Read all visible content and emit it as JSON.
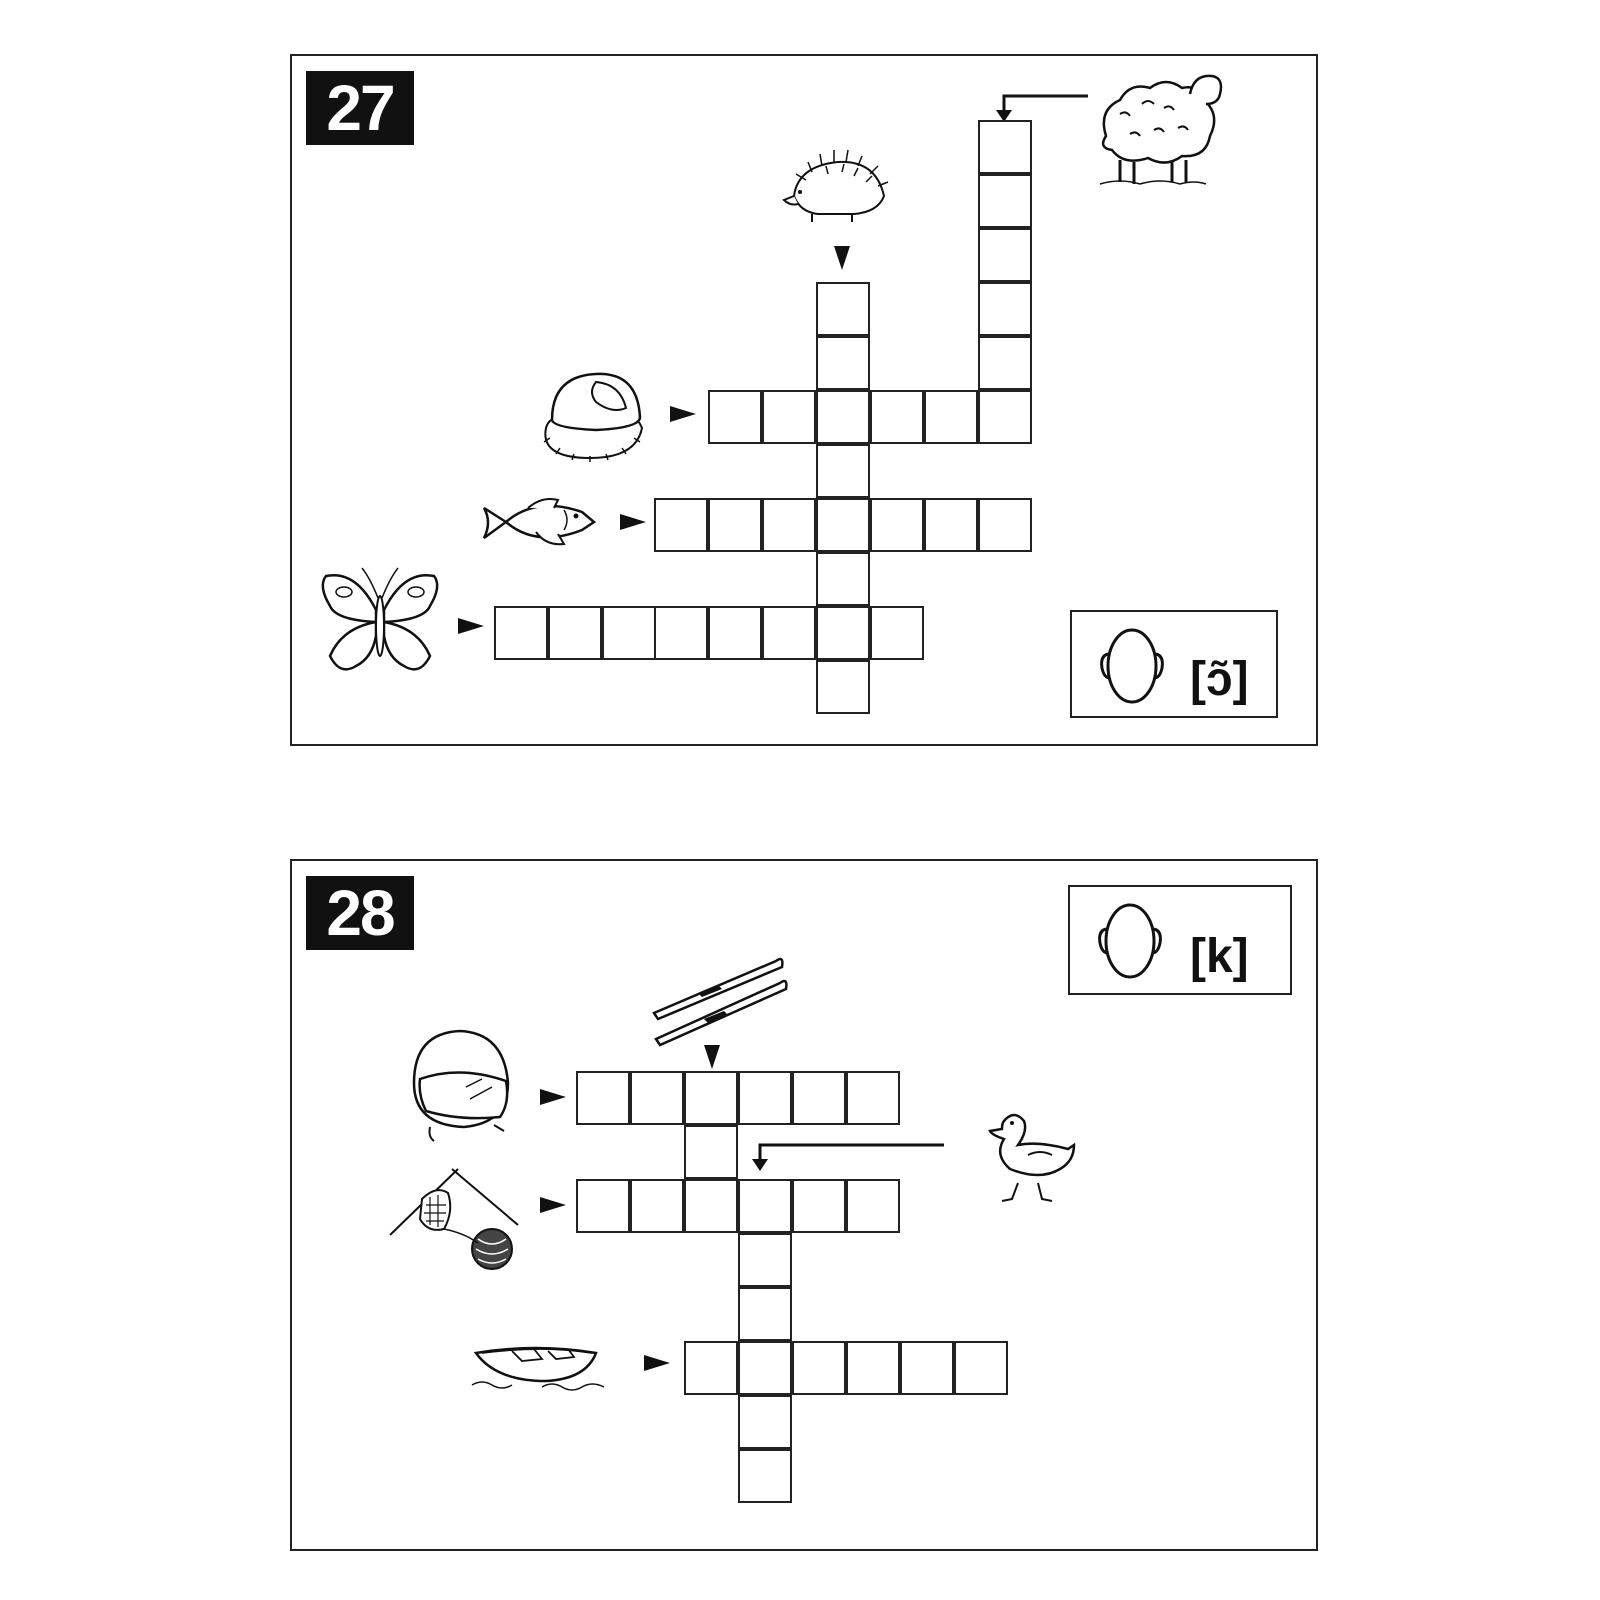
{
  "puzzles": [
    {
      "number": "27",
      "sound": "[ɔ̃]"
    },
    {
      "number": "28",
      "sound": "[k]"
    }
  ],
  "clue_pictures": {
    "p27": [
      "sheep-icon",
      "hedgehog-icon",
      "chestnut-icon",
      "fish-icon",
      "butterfly-icon"
    ],
    "p28": [
      "helmet-icon",
      "skis-icon",
      "duck-icon",
      "knitting-icon",
      "boat-icon"
    ],
    "listen": "head-icon"
  },
  "colors": {
    "ink": "#111111",
    "paper": "#ffffff"
  }
}
